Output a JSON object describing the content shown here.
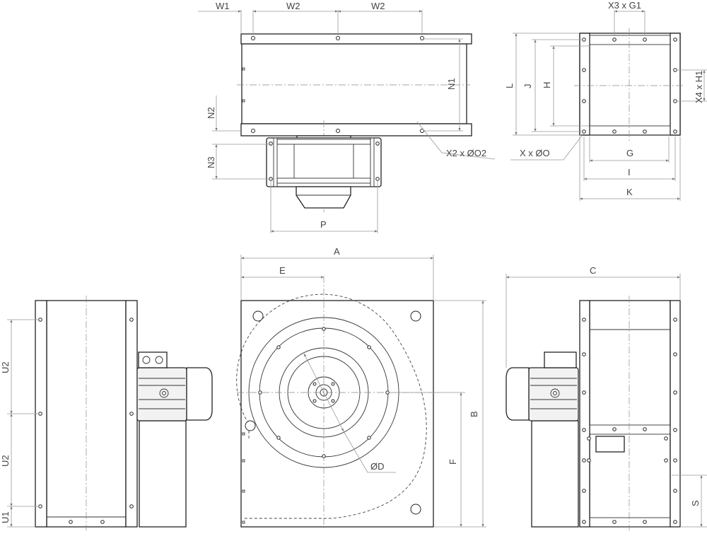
{
  "title": "Centrifugal fan dimension drawing",
  "labels": {
    "w1": "W1",
    "w2a": "W2",
    "w2b": "W2",
    "n1": "N1",
    "n2": "N2",
    "n3": "N3",
    "x2o2": "X2 x ØO2",
    "p": "P",
    "x3g1": "X3 x G1",
    "l": "L",
    "j": "J",
    "h": "H",
    "x4h1": "X4 x H1",
    "xo": "X x ØO",
    "g": "G",
    "i": "I",
    "k": "K",
    "a": "A",
    "e": "E",
    "b": "B",
    "f": "F",
    "od": "ØD",
    "c": "C",
    "u2a": "U2",
    "u2b": "U2",
    "u1": "U1",
    "s": "S"
  }
}
